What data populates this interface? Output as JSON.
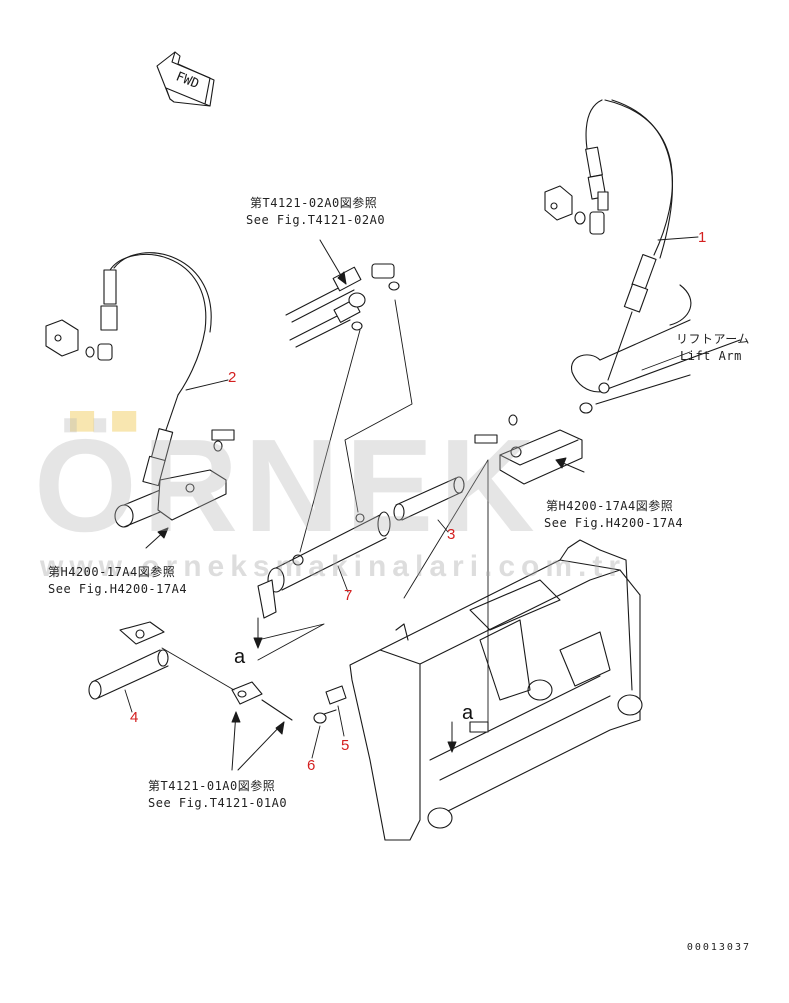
{
  "orientation": {
    "forward_label": "FWD"
  },
  "references": {
    "top_jp": "第T4121-02A0図参照",
    "top_en": "See Fig.T4121-02A0",
    "left_jp": "第H4200-17A4図参照",
    "left_en": "See Fig.H4200-17A4",
    "right_jp": "第H4200-17A4図参照",
    "right_en": "See Fig.H4200-17A4",
    "bottom_jp": "第T4121-01A0図参照",
    "bottom_en": "See Fig.T4121-01A0",
    "lift_arm_jp": "リフトアーム",
    "lift_arm_en": "Lift Arm"
  },
  "part_numbers": [
    "1",
    "2",
    "3",
    "4",
    "5",
    "6",
    "7"
  ],
  "view_letter": "a",
  "drawing_code": "00013037",
  "watermark": {
    "brand": "ÖRNEK",
    "url": "www.orneksmakinalari.com.tr"
  },
  "colors": {
    "line": "#1a1a1a",
    "part_number": "#d42020",
    "watermark": "#b4b4b4"
  }
}
